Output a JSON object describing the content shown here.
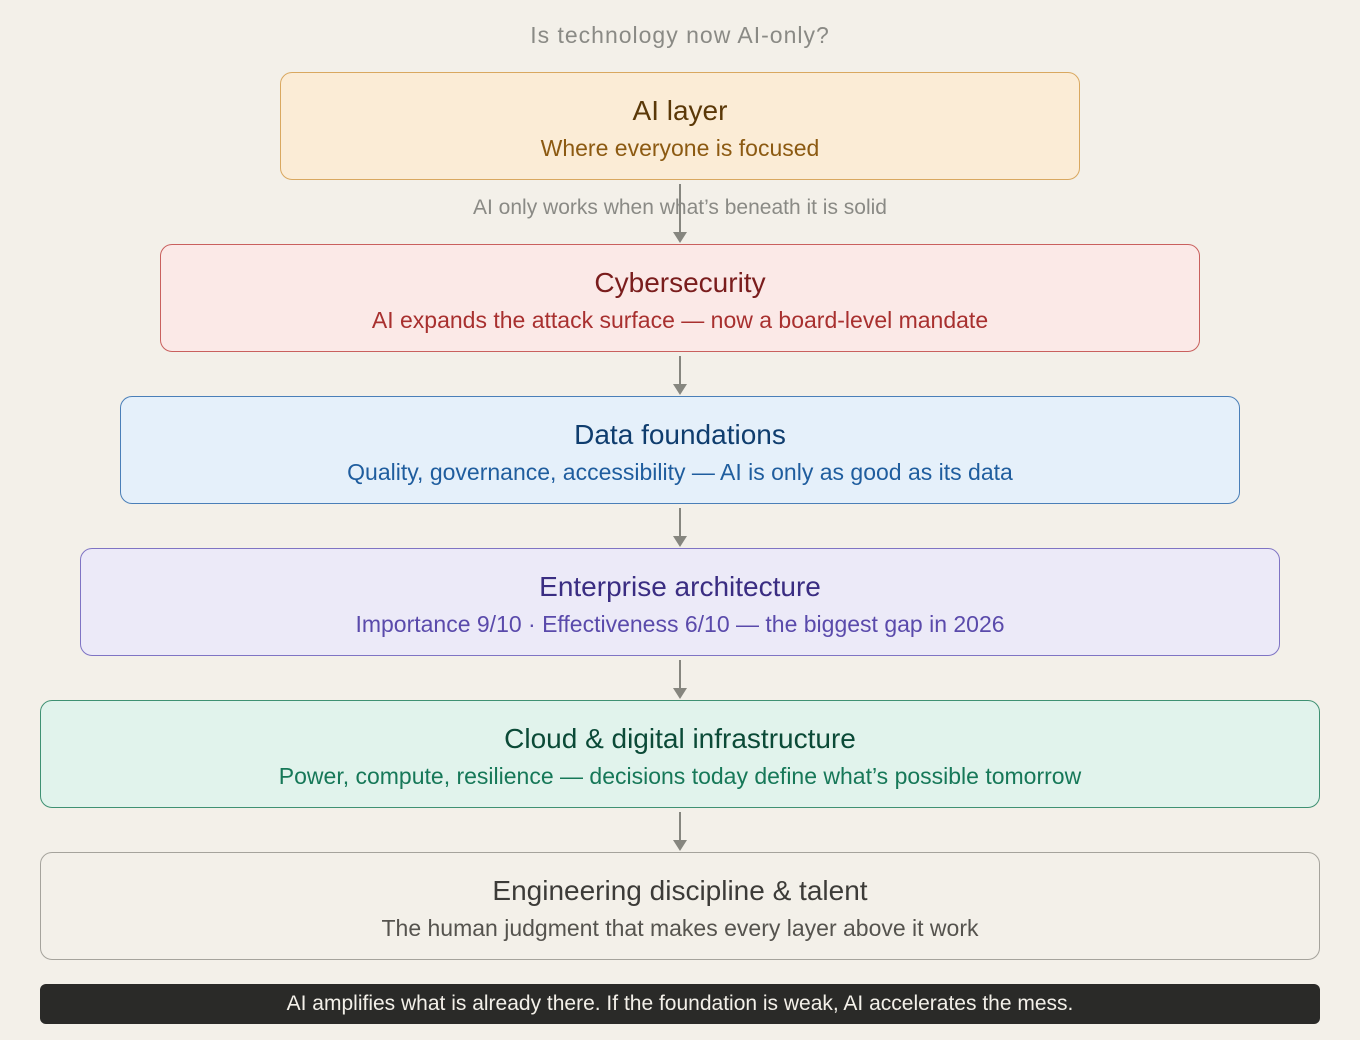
{
  "title": "Is technology now AI-only?",
  "annotation": "AI only works when what’s beneath it is solid",
  "layers": [
    {
      "title": "AI layer",
      "subtitle": "Where everyone is focused"
    },
    {
      "title": "Cybersecurity",
      "subtitle": "AI expands the attack surface — now a board-level mandate"
    },
    {
      "title": "Data foundations",
      "subtitle": "Quality, governance, accessibility — AI is only as good as its data"
    },
    {
      "title": "Enterprise architecture",
      "subtitle": "Importance 9/10 · Effectiveness 6/10 — the biggest gap in 2026"
    },
    {
      "title": "Cloud & digital infrastructure",
      "subtitle": "Power, compute, resilience — decisions today define what’s possible tomorrow"
    },
    {
      "title": "Engineering discipline & talent",
      "subtitle": "The human judgment that makes every layer above it work"
    }
  ],
  "footer": "AI amplifies what is already there. If the foundation is weak, AI accelerates the mess.",
  "colors": {
    "background": "#f3f0e9",
    "connector": "#86867f",
    "footer_bg": "#2a2a28"
  }
}
